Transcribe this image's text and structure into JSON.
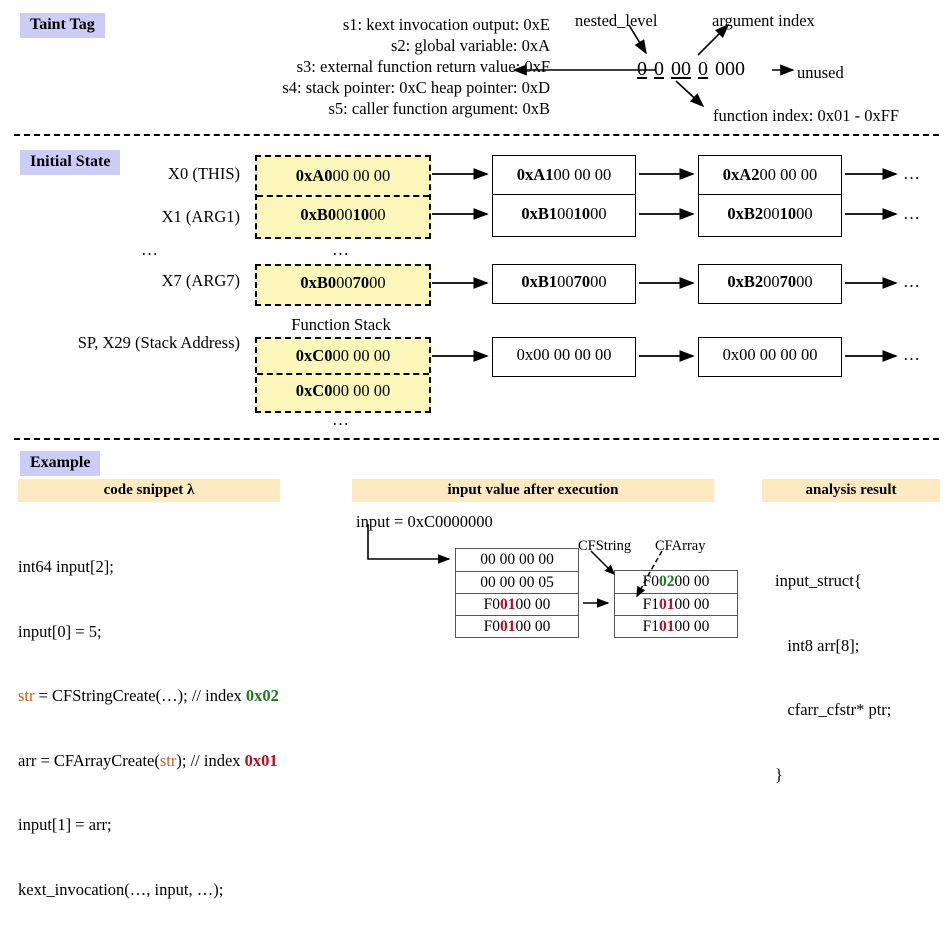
{
  "sections": {
    "taint_tag": {
      "badge": "Taint Tag",
      "sources": [
        "s1: kext invocation output: 0xE",
        "s2: global variable: 0xA",
        "s3: external function return value: 0xF",
        "s4: stack pointer: 0xC heap pointer: 0xD",
        "s5: caller function argument: 0xB"
      ],
      "format": {
        "nested_level_label": "nested_level",
        "argument_index_label": "argument index",
        "function_index_label": "function index: 0x01 - 0xFF",
        "unused_label": "unused",
        "digits": [
          "0",
          "0",
          "00",
          "0",
          "000"
        ]
      }
    },
    "initial_state": {
      "badge": "Initial State",
      "function_stack_label": "Function Stack",
      "ellipsis": "…",
      "rows": [
        {
          "label": "X0 (THIS)",
          "initial": [
            {
              "bold": "0xA0",
              "rest": " 00 00 00"
            }
          ],
          "steps": [
            [
              {
                "bold": "0xA1",
                "rest": " 00 00 00"
              }
            ],
            [
              {
                "bold": "0xA2",
                "rest": " 00 00 00"
              }
            ]
          ]
        },
        {
          "label": "X1 (ARG1)",
          "initial": [
            {
              "bold": "0xB0",
              "mid": " 00 ",
              "bold2": "10",
              "rest": " 00"
            }
          ],
          "steps": [
            [
              {
                "bold": "0xB1",
                "mid": " 00 ",
                "bold2": "10",
                "rest": " 00"
              }
            ],
            [
              {
                "bold": "0xB2",
                "mid": " 00 ",
                "bold2": "10",
                "rest": " 00"
              }
            ]
          ]
        },
        {
          "label": "X7 (ARG7)",
          "initial": [
            {
              "bold": "0xB0",
              "mid": " 00 ",
              "bold2": "70",
              "rest": " 00"
            }
          ],
          "steps": [
            [
              {
                "bold": "0xB1",
                "mid": " 00 ",
                "bold2": "70",
                "rest": " 00"
              }
            ],
            [
              {
                "bold": "0xB2",
                "mid": " 00 ",
                "bold2": "70",
                "rest": " 00"
              }
            ]
          ]
        },
        {
          "label": "SP, X29 (Stack Address)",
          "initial": [
            {
              "bold": "0xC0",
              "rest": " 00 00 00"
            },
            {
              "bold": "0xC0",
              "rest": " 00 00 00"
            }
          ],
          "steps": [
            [
              {
                "plain": "0x00 00 00 00"
              }
            ],
            [
              {
                "plain": "0x00 00 00 00"
              }
            ]
          ]
        }
      ]
    },
    "example": {
      "badge": "Example",
      "columns": [
        {
          "header": "code snippet λ"
        },
        {
          "header": "input value after execution"
        },
        {
          "header": "analysis result"
        }
      ],
      "code_snippet": [
        [
          {
            "t": "int64 input[2];"
          }
        ],
        [
          {
            "t": "input[0] = 5;"
          }
        ],
        [
          {
            "t": "str",
            "c": "str"
          },
          {
            "t": " = CFStringCreate(…); // index "
          },
          {
            "t": "0x02",
            "c": "grn"
          }
        ],
        [
          {
            "t": "arr = CFArrayCreate("
          },
          {
            "t": "str",
            "c": "str"
          },
          {
            "t": "); // index "
          },
          {
            "t": "0x01",
            "c": "red"
          }
        ],
        [
          {
            "t": "input[1] = arr;"
          }
        ],
        [
          {
            "t": "kext_invocation(…, input, …);"
          }
        ]
      ],
      "input_value": {
        "assignment": "input = 0xC0000000",
        "left_table": [
          [
            {
              "t": "00 00 00 00"
            }
          ],
          [
            {
              "t": "00 00 00 05"
            }
          ],
          [
            {
              "t": "F0 "
            },
            {
              "t": "01",
              "c": "red"
            },
            {
              "t": " 00 00"
            }
          ],
          [
            {
              "t": "F0 "
            },
            {
              "t": "01",
              "c": "red"
            },
            {
              "t": " 00 00"
            }
          ]
        ],
        "right_table": [
          [
            {
              "t": "F0 "
            },
            {
              "t": "02",
              "c": "grn"
            },
            {
              "t": " 00 00"
            }
          ],
          [
            {
              "t": "F1 "
            },
            {
              "t": "01",
              "c": "red"
            },
            {
              "t": " 00 00"
            }
          ],
          [
            {
              "t": "F1 "
            },
            {
              "t": "01",
              "c": "red"
            },
            {
              "t": " 00 00"
            }
          ]
        ],
        "annotations": {
          "cfstring": "CFString",
          "cfarray": "CFArray"
        }
      },
      "analysis_result": [
        "input_struct{",
        "   int8 arr[8];",
        "   cfarr_cfstr* ptr;",
        "}"
      ]
    }
  },
  "colors": {
    "badge_bg": "#ccccf7",
    "column_header_bg": "#fdeac2",
    "tainted_cell_bg": "#fbf6ba",
    "green": "#1f7a1f",
    "red": "#b01020",
    "orange": "#c06020"
  }
}
